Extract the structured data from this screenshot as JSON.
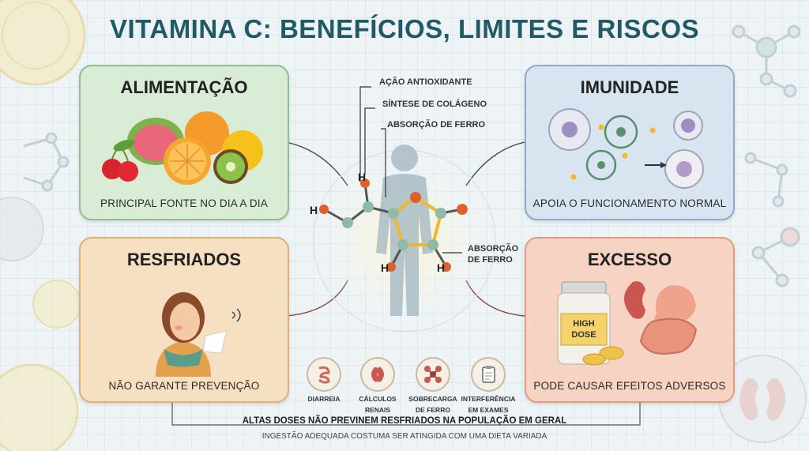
{
  "title": "VITAMINA C: BENEFÍCIOS, LIMITES E RISCOS",
  "panels": {
    "alimentacao": {
      "title": "ALIMENTAÇÃO",
      "caption": "PRINCIPAL FONTE NO DIA A DIA"
    },
    "imunidade": {
      "title": "IMUNIDADE",
      "caption": "APOIA O FUNCIONAMENTO NORMAL"
    },
    "resfriados": {
      "title": "RESFRIADOS",
      "caption": "NÃO GARANTE PREVENÇÃO"
    },
    "excesso": {
      "title": "EXCESSO",
      "caption": "PODE CAUSAR EFEITOS ADVERSOS",
      "bottle_label_1": "HIGH",
      "bottle_label_2": "DOSE"
    }
  },
  "center": {
    "labels": [
      "AÇÃO ANTIOXIDANTE",
      "SÍNTESE DE COLÁGENO",
      "ABSORÇÃO DE FERRO"
    ],
    "side_label_1": "ABSORÇÃO",
    "side_label_2": "DE FERRO",
    "molecule_letters": [
      "H",
      "H",
      "H",
      "H"
    ]
  },
  "risks": [
    {
      "line1": "DIARREIA",
      "line2": "",
      "icon": "intestine-icon"
    },
    {
      "line1": "CÁLCULOS",
      "line2": "RENAIS",
      "icon": "kidney-icon"
    },
    {
      "line1": "SOBRECARGA",
      "line2": "DE FERRO",
      "icon": "iron-molecule-icon"
    },
    {
      "line1": "INTERFERÊNCIA",
      "line2": "EM EXAMES",
      "icon": "clipboard-icon"
    }
  ],
  "footer": {
    "line1": "ALTAS DOSES NÃO PREVINEM RESFRIADOS NA POPULAÇÃO EM GERAL",
    "line2": "INGESTÃO ADEQUADA COSTUMA SER ATINGIDA COM UMA DIETA VARIADA"
  },
  "colors": {
    "title": "#1f5a66",
    "alimentacao": "#d9ecd6",
    "imunidade": "#d8e5f1",
    "resfriados": "#f7dfc2",
    "excesso": "#f6d3c3"
  }
}
